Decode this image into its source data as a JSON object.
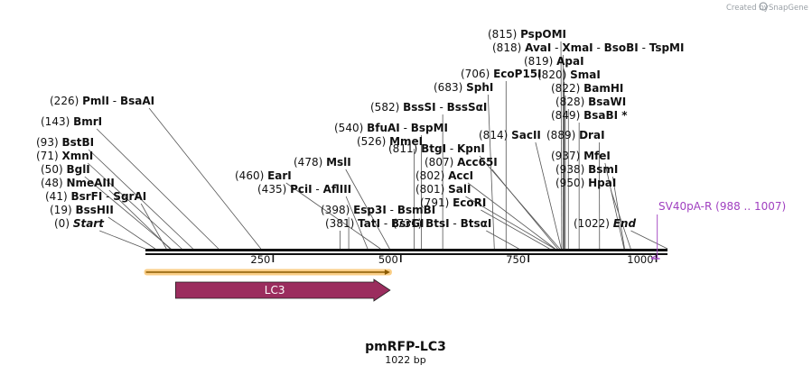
{
  "credit": "Created by",
  "brand": "SnapGene",
  "plasmid_name": "pmRFP-LC3",
  "plasmid_size": "1022 bp",
  "scale": {
    "length": 1022,
    "ticks": [
      "250",
      "500",
      "750",
      "1000"
    ]
  },
  "feature_arrow": {
    "label": "LC3",
    "start": 59,
    "end": 479,
    "color": "#9b2d5e"
  },
  "orf_bar": {
    "start": 1,
    "end": 479,
    "color": "#f5a623"
  },
  "primer": {
    "name": "SV40pA-R",
    "range": "(988 .. 1007)",
    "site": 1002,
    "color": "#a040c0"
  },
  "sites": [
    {
      "pos": "(0)",
      "site": 0,
      "names": [
        "Start"
      ],
      "italic": true
    },
    {
      "pos": "(19)",
      "site": 19,
      "names": [
        "BssHII"
      ]
    },
    {
      "pos": "(41)",
      "site": 41,
      "names": [
        "BsrFI",
        "SgrAI"
      ]
    },
    {
      "pos": "(48)",
      "site": 48,
      "names": [
        "NmeAIII"
      ]
    },
    {
      "pos": "(50)",
      "site": 50,
      "names": [
        "BglI"
      ]
    },
    {
      "pos": "(71)",
      "site": 71,
      "names": [
        "XmnI"
      ]
    },
    {
      "pos": "(93)",
      "site": 93,
      "names": [
        "BstBI"
      ]
    },
    {
      "pos": "(143)",
      "site": 143,
      "names": [
        "BmrI"
      ]
    },
    {
      "pos": "(226)",
      "site": 226,
      "names": [
        "PmlI",
        "BsaAI"
      ]
    },
    {
      "pos": "(381)",
      "site": 381,
      "names": [
        "TatI",
        "BsrGI"
      ]
    },
    {
      "pos": "(398)",
      "site": 398,
      "names": [
        "Esp3I",
        "BsmBI"
      ]
    },
    {
      "pos": "(435)",
      "site": 435,
      "names": [
        "PciI",
        "AflIII"
      ]
    },
    {
      "pos": "(460)",
      "site": 460,
      "names": [
        "EarI"
      ]
    },
    {
      "pos": "(478)",
      "site": 478,
      "names": [
        "MslI"
      ]
    },
    {
      "pos": "(526)",
      "site": 526,
      "names": [
        "MmeI"
      ]
    },
    {
      "pos": "(540)",
      "site": 540,
      "names": [
        "BfuAI",
        "BspMI"
      ]
    },
    {
      "pos": "(582)",
      "site": 582,
      "names": [
        "BssSI",
        "BssSαI"
      ]
    },
    {
      "pos": "(683)",
      "site": 683,
      "names": [
        "SphI"
      ]
    },
    {
      "pos": "(706)",
      "site": 706,
      "names": [
        "EcoP15I"
      ]
    },
    {
      "pos": "(731)",
      "site": 731,
      "names": [
        "BtsI",
        "BtsαI"
      ]
    },
    {
      "pos": "(791)",
      "site": 791,
      "names": [
        "EcoRI"
      ]
    },
    {
      "pos": "(801)",
      "site": 801,
      "names": [
        "SalI"
      ]
    },
    {
      "pos": "(802)",
      "site": 802,
      "names": [
        "AccI"
      ]
    },
    {
      "pos": "(807)",
      "site": 807,
      "names": [
        "Acc65I"
      ]
    },
    {
      "pos": "(811)",
      "site": 811,
      "names": [
        "BtgI",
        "KpnI"
      ]
    },
    {
      "pos": "(814)",
      "site": 814,
      "names": [
        "SacII"
      ]
    },
    {
      "pos": "(815)",
      "site": 815,
      "names": [
        "PspOMI"
      ]
    },
    {
      "pos": "(818)",
      "site": 818,
      "names": [
        "AvaI",
        "XmaI",
        "BsoBI",
        "TspMI"
      ]
    },
    {
      "pos": "(819)",
      "site": 819,
      "names": [
        "ApaI"
      ]
    },
    {
      "pos": "(820)",
      "site": 820,
      "names": [
        "SmaI"
      ]
    },
    {
      "pos": "(822)",
      "site": 822,
      "names": [
        "BamHI"
      ]
    },
    {
      "pos": "(828)",
      "site": 828,
      "names": [
        "BsaWI"
      ]
    },
    {
      "pos": "(849)",
      "site": 849,
      "names": [
        "BsaBI *"
      ]
    },
    {
      "pos": "(889)",
      "site": 889,
      "names": [
        "DraI"
      ]
    },
    {
      "pos": "(937)",
      "site": 937,
      "names": [
        "MfeI"
      ]
    },
    {
      "pos": "(938)",
      "site": 938,
      "names": [
        "BsmI"
      ]
    },
    {
      "pos": "(950)",
      "site": 950,
      "names": [
        "HpaI"
      ]
    },
    {
      "pos": "(1022)",
      "site": 1022,
      "names": [
        "End"
      ],
      "italic": true
    }
  ]
}
